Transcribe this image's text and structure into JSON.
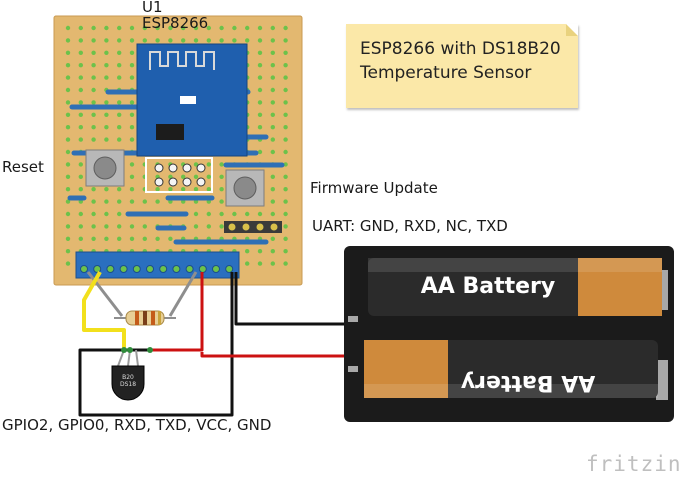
{
  "module": {
    "ref": "U1",
    "name": "ESP8266"
  },
  "labels": {
    "reset": "Reset",
    "firmware": "Firmware Update",
    "uart": "UART: GND, RXD, NC, TXD",
    "pins": "GPIO2, GPIO0, RXD, TXD, VCC, GND"
  },
  "note": {
    "line1": "ESP8266 with DS18B20",
    "line2": "Temperature Sensor"
  },
  "battery": {
    "label_top": "AA Battery",
    "label_bottom": "AA Battery"
  },
  "sensor_marking": {
    "line1": "B20",
    "line2": "DS18"
  },
  "watermark": "fritzing",
  "colors": {
    "board": "#e3b870",
    "trace": "#2f6fb5",
    "esp_board": "#1f5fae",
    "terminal": "#2a6fbf",
    "wire_yellow": "#f2e01c",
    "wire_red": "#cc1111",
    "wire_black": "#111111",
    "battery_holder": "#1b1b1b",
    "battery_copper": "#cf8a3c"
  }
}
